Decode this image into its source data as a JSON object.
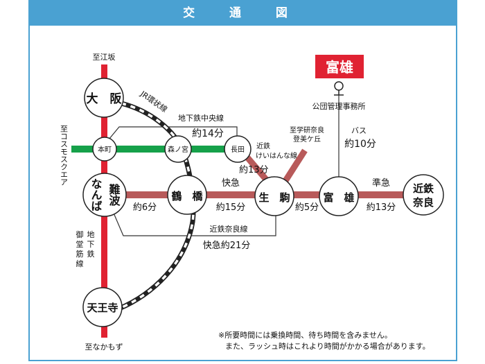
{
  "header": {
    "title": "交 通 図"
  },
  "destination": {
    "name": "富雄",
    "facility": "公団管理事務所"
  },
  "stations": {
    "osaka": "大　阪",
    "honmachi": "本町",
    "morinomiya": "森ノ宮",
    "nagata": "長田",
    "namba_1": "なんば",
    "namba_2": "難波",
    "tsuruhashi": "鶴　橋",
    "ikoma": "生　駒",
    "tomio": "富　雄",
    "kintetsu_nara_1": "近鉄",
    "kintetsu_nara_2": "奈良",
    "tennoji": "天王寺"
  },
  "labels": {
    "to_esaka": "至江坂",
    "to_nakamozu": "至なかもず",
    "to_cosmo": "至コスモスクエア",
    "jr_loop": "JR環状線",
    "chuo_line": "地下鉄中央線",
    "time_14": "約14分",
    "keihanna_1": "近鉄",
    "keihanna_2": "けいはんな線",
    "time_13a": "約13分",
    "to_gakken_1": "至学研奈良",
    "to_gakken_2": "登美ケ丘",
    "bus": "バス",
    "time_10": "約10分",
    "kaisoku": "快急",
    "time_15": "約15分",
    "time_6": "約6分",
    "time_5": "約5分",
    "junkyu": "準急",
    "time_13b": "約13分",
    "nara_line": "近鉄奈良線",
    "kaisoku_21": "快急約21分",
    "subway_1": "地",
    "subway_2": "下",
    "subway_3": "鉄",
    "midosuji_1": "御",
    "midosuji_2": "堂",
    "midosuji_3": "筋",
    "midosuji_4": "線"
  },
  "notes": {
    "line1": "※所要時間には乗換時間、待ち時間を含みません。",
    "line2": "また、ラッシュ時はこれより時間がかかる場合があります。"
  },
  "colors": {
    "header": "#4aa1d2",
    "midosuji": "#e02232",
    "chuo": "#16a14a",
    "kintetsu": "#b85a5a",
    "destination_bg": "#e02232"
  }
}
